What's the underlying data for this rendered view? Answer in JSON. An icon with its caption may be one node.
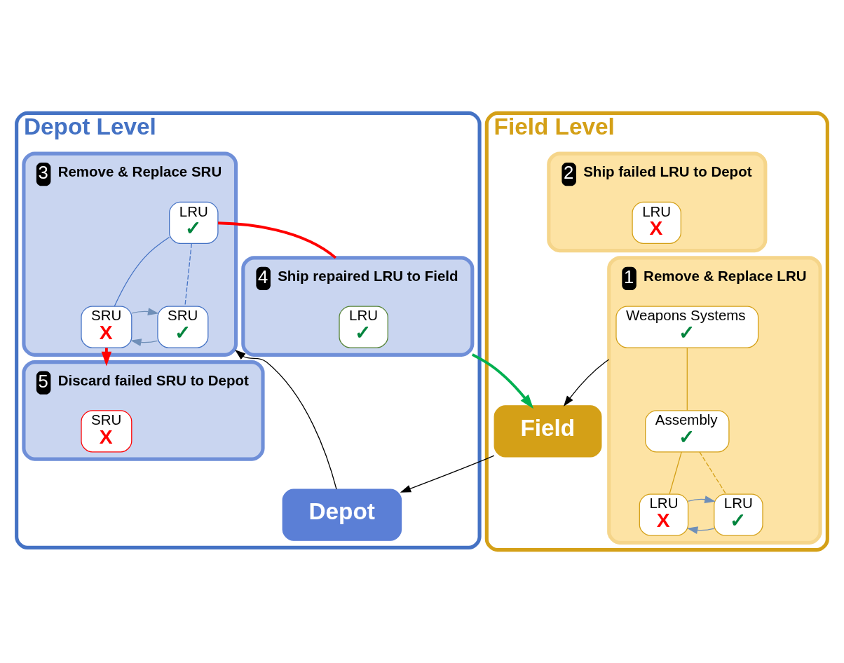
{
  "diagram": {
    "nodes": [
      {
        "text": [
          "Depot Level"
        ]
      },
      {
        "text": [
          "3",
          "Remove & Replace SRU"
        ],
        "in": 0
      },
      {
        "text": [
          "LRU",
          "✓"
        ],
        "in": 1
      },
      {
        "text": [
          "SRU",
          "X"
        ],
        "in": 1
      },
      {
        "text": [
          "SRU",
          "✓"
        ],
        "in": 1
      },
      {
        "text": [
          "5",
          "Discard failed SRU to Depot"
        ],
        "in": 0
      },
      {
        "text": [
          "SRU",
          "X"
        ],
        "in": 5
      },
      {
        "text": [
          "4",
          "Ship repaired LRU to Field"
        ],
        "in": 0
      },
      {
        "text": [
          "LRU",
          "✓"
        ],
        "in": 7
      },
      {
        "text": [
          "Depot"
        ],
        "in": 0
      },
      {
        "text": [
          "Field Level"
        ]
      },
      {
        "text": [
          "1",
          "Remove & Replace LRU"
        ],
        "in": 10
      },
      {
        "text": [
          "Weapons Systems",
          "✓"
        ],
        "in": 11
      },
      {
        "text": [
          "Assembly",
          "✓"
        ],
        "in": 11
      },
      {
        "text": [
          "LRU",
          "X"
        ],
        "in": 11
      },
      {
        "text": [
          "LRU",
          "✓"
        ],
        "in": 11
      },
      {
        "text": [
          "2",
          "Ship failed LRU to Depot"
        ],
        "in": 10
      },
      {
        "text": [
          "LRU",
          "X"
        ],
        "in": 16
      },
      {
        "text": [
          "Field"
        ],
        "in": 10
      }
    ],
    "edges": [
      {
        "from": 9,
        "to": 1,
        "arrow": "to",
        "color": "#000000"
      },
      {
        "from": 2,
        "to": 3,
        "arrow": "none",
        "color": "#4472c4"
      },
      {
        "from": 2,
        "to": 4,
        "arrow": "none",
        "style": "dashed",
        "color": "#4472c4"
      },
      {
        "from": 4,
        "to": 3,
        "arrow": "to",
        "color": "#6f8fb8"
      },
      {
        "from": 3,
        "to": 4,
        "arrow": "to",
        "color": "#6f8fb8"
      },
      {
        "from": 3,
        "to": 5,
        "arrow": "to",
        "style": "thick",
        "color": "#ff0000"
      },
      {
        "from": 2,
        "to": 7,
        "arrow": "none",
        "style": "thick",
        "color": "#ff0000"
      },
      {
        "from": 7,
        "to": 18,
        "arrow": "to",
        "style": "thick",
        "color": "#00b050"
      },
      {
        "from": 18,
        "to": 9,
        "arrow": "to",
        "color": "#000000"
      },
      {
        "from": 12,
        "to": 13,
        "arrow": "none",
        "color": "#d4a017"
      },
      {
        "from": 13,
        "to": 14,
        "arrow": "none",
        "color": "#d4a017"
      },
      {
        "from": 13,
        "to": 15,
        "arrow": "none",
        "style": "dashed",
        "color": "#d4a017"
      },
      {
        "from": 15,
        "to": 14,
        "arrow": "to",
        "color": "#6f8fb8"
      },
      {
        "from": 14,
        "to": 15,
        "arrow": "to",
        "color": "#6f8fb8"
      },
      {
        "from": 11,
        "to": 18,
        "arrow": "to",
        "color": "#000000"
      }
    ]
  }
}
